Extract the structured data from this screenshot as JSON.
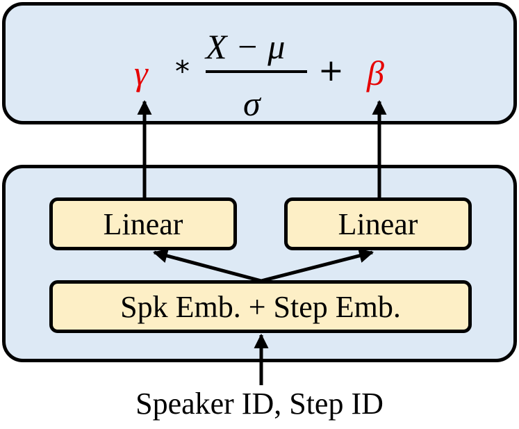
{
  "colors": {
    "panel_fill": "#dde9f5",
    "block_fill": "#fdefc6",
    "stroke": "#000000",
    "accent_symbol": "#e60000"
  },
  "formula": {
    "gamma": "γ",
    "multiply": "*",
    "numerator": "X − μ",
    "denominator": "σ",
    "plus": "+",
    "beta": "β"
  },
  "blocks": {
    "linear_left": "Linear",
    "linear_right": "Linear",
    "embedding": "Spk Emb. + Step Emb."
  },
  "input_label": "Speaker ID, Step ID"
}
